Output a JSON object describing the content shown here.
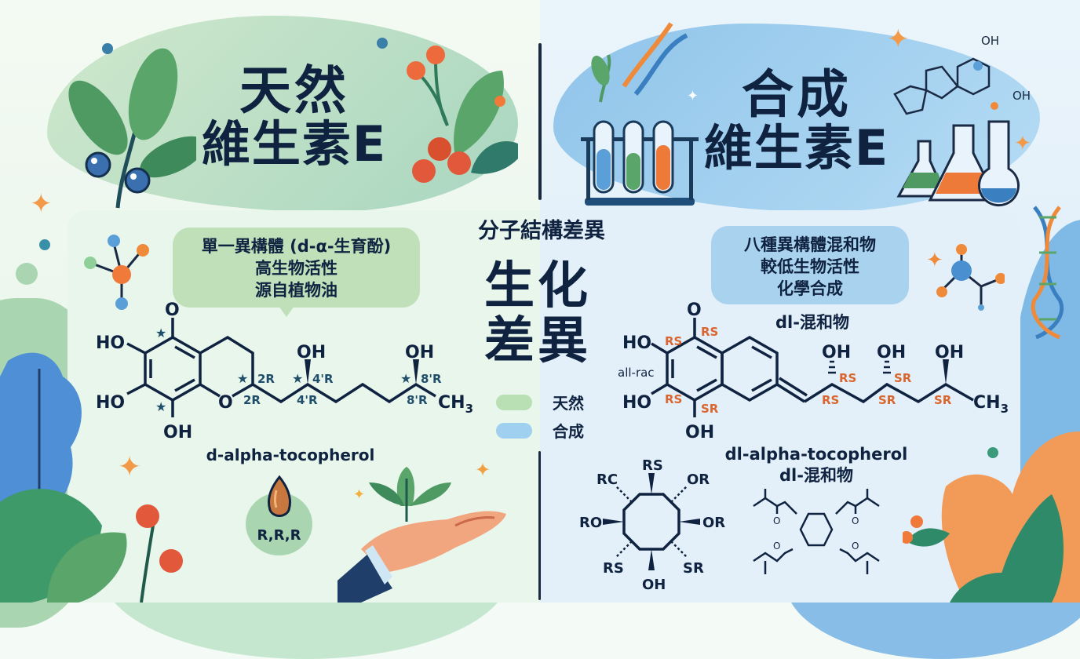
{
  "left_panel": {
    "title_line1": "天然",
    "title_line2": "維生素E",
    "bubble": {
      "line1": "單一異構體 (d-α-生育酚)",
      "line2": "高生物活性",
      "line3": "源自植物油"
    },
    "molecule": {
      "name": "d-alpha-tocopherol",
      "atoms": {
        "o_top": "O",
        "ho_top": "HO",
        "ho_bottom": "HO",
        "oh_bottom": "OH",
        "ring_o": "O",
        "oh_4": "OH",
        "oh_8": "OH",
        "ch3": "CH",
        "ch3_sub": "3"
      },
      "stereo_labels": [
        "2R",
        "2R",
        "4'R",
        "4'R",
        "8'R",
        "8'R"
      ]
    },
    "seed_badge": "R,R,R"
  },
  "center": {
    "heading": "分子結構差異",
    "big_line1": "生化",
    "big_line2": "差異",
    "legend": [
      {
        "label": "天然",
        "color": "#b9dfb5"
      },
      {
        "label": "合成",
        "color": "#9fd0f0"
      }
    ]
  },
  "right_panel": {
    "title_line1": "合成",
    "title_line2": "維生素E",
    "bubble": {
      "line1": "八種異構體混和物",
      "line2": "較低生物活性",
      "line3": "化學合成"
    },
    "bubble_sub": "dl-混和物",
    "molecule": {
      "atoms": {
        "o_top": "O",
        "ho_top": "HO",
        "ho_bottom": "HO",
        "oh_bottom": "OH",
        "oh_a": "OH",
        "oh_b": "OH",
        "oh_c": "OH",
        "ch3": "CH",
        "ch3_sub": "3"
      },
      "all_rac": "all-rac",
      "stereo_labels": [
        "RS",
        "RS",
        "RS",
        "SR",
        "RS",
        "RS",
        "SR",
        "SR",
        "SR"
      ]
    },
    "caption_line1": "dl-alpha-tocopherol",
    "caption_line2": "dl-混和物",
    "ring_molecule": {
      "labels": [
        "RS",
        "RC",
        "OR",
        "RO",
        "OR",
        "RS",
        "OH",
        "SR"
      ]
    },
    "flask_molecule": {
      "oh1": "OH",
      "oh2": "OH"
    }
  },
  "colors": {
    "navy": "#0f2340",
    "green_accent": "#5aa56a",
    "blue_accent": "#5a9fd8",
    "orange_accent": "#ee7a3a",
    "stereo_teal": "#1f4e6a",
    "stereo_orange": "#d9662e"
  }
}
